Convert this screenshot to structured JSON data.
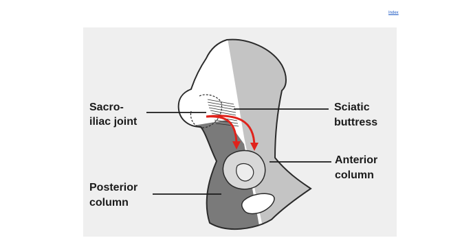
{
  "header": {
    "index_link": "Index"
  },
  "diagram": {
    "labels": {
      "sacroiliac_line1": "Sacro-",
      "sacroiliac_line2": "iliac joint",
      "sciatic_line1": "Sciatic",
      "sciatic_line2": "buttress",
      "anterior_line1": "Anterior",
      "anterior_line2": "column",
      "posterior_line1": "Posterior",
      "posterior_line2": "column"
    },
    "colors": {
      "panel": "#efefef",
      "ilium": "#ffffff",
      "anterior_shade": "#c4c4c4",
      "posterior_shade": "#7a7a7a",
      "outline": "#2a2a2a",
      "arrow": "#e0221b"
    }
  }
}
